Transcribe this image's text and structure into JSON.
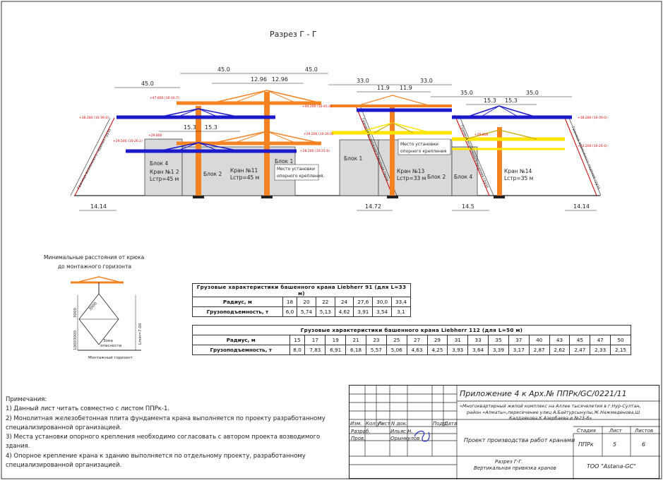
{
  "drawing": {
    "section_title": "Разрез Г - Г",
    "dims": {
      "d45a": "45.0",
      "d45b": "45.0",
      "d45c": "45.0",
      "d12a": "12.96",
      "d12b": "12.96",
      "d153a": "15.3",
      "d153b": "15.3",
      "d33a": "33.0",
      "d33b": "33.0",
      "d119a": "11.9",
      "d119b": "11.9",
      "d35a": "35.0",
      "d35b": "35.0",
      "d153c": "15.3",
      "d153d": "15.3",
      "g1": "14.14",
      "g2": "14.72",
      "g3": "14.5",
      "g4": "14.14"
    },
    "elev": {
      "e1": "+47.800 (10-16.7)",
      "e2": "+38.280 (10-39.0)",
      "e3": "+29.500 (10-26.1)",
      "e4": "+29.800",
      "e5": "+44.200 (10-45.0)",
      "e6": "+29.200 (10-20.0)",
      "e7": "+28.200 (10-21.6)",
      "e8": "+29.800",
      "e9": "+38.280 (10-39.0)",
      "e10": "+23.200 (10-24.0)"
    },
    "labels": {
      "blok4a": "Блок 4",
      "blok2a": "Блок 2",
      "blok1a": "Блок 1",
      "blok1b": "Блок 1",
      "blok2b": "Блок 2",
      "blok4b": "Блок 4",
      "kran12": "Кран №1 2",
      "kran12l": "Lстр=45 м",
      "kran11": "Кран №11",
      "kran11l": "Lстр=45 м",
      "kran13": "Кран №13",
      "kran13l": "Lстр=33 м",
      "kran14": "Кран №14",
      "kran14l": "Lстр=35 м",
      "mesto1": "Место установки",
      "mesto1b": "опорного крепления.",
      "mesto2": "Место установки",
      "mesto2b": "опорного крепления",
      "gran": "Граница возможного падения груза"
    },
    "min_title1": "Минимальные расстояния от крюка",
    "min_title2": "до монтажного горизонта",
    "mini": {
      "d3000a": "3000",
      "d3000b": "3000",
      "d1000": "1000",
      "d3000c": "3000",
      "lmin": "Lmin=7.00",
      "zona": "Зона",
      "opasn": "опасности",
      "mont": "Монтажный горизонт"
    }
  },
  "table1": {
    "title": "Грузовые характеристики башенного крана Liebherr 91 (для L=33 м)",
    "row1_label": "Радиус, м",
    "row2_label": "Грузоподъемность, т",
    "radius": [
      "18",
      "20",
      "22",
      "24",
      "27,6",
      "30,0",
      "33,4"
    ],
    "capacity": [
      "6,0",
      "5,74",
      "5,13",
      "4,62",
      "3,91",
      "3,54",
      "3,1"
    ]
  },
  "table2": {
    "title": "Грузовые характеристики башенного крана Liebherr 112 (для L=50 м)",
    "row1_label": "Радиус, м",
    "row2_label": "Грузоподъемность, т",
    "radius": [
      "15",
      "17",
      "19",
      "21",
      "23",
      "25",
      "27",
      "29",
      "31",
      "33",
      "35",
      "37",
      "40",
      "43",
      "45",
      "47",
      "50"
    ],
    "capacity": [
      "8,0",
      "7,83",
      "6,91",
      "6,18",
      "5,57",
      "5,06",
      "4,63",
      "4,25",
      "3,93",
      "3,64",
      "3,39",
      "3,17",
      "2,87",
      "2,62",
      "2,47",
      "2,33",
      "2,15"
    ]
  },
  "notes": {
    "header": "Примечания:",
    "n1": "1) Данный лист читать совместно с листом ППРк-1.",
    "n2a": "2) Монолитная железобетонная плита фундамента крана выполняется по проекту разработанному",
    "n2b": "специализированной организацией.",
    "n3": "3) Места установки опорного крепления необходимо согласовать с автором проекта возводимого здания.",
    "n4a": "4) Опорное крепление крана к зданию выполняется по отдельному проекту, разработанному",
    "n4b": "специализированной   организацией."
  },
  "title_block": {
    "appendix": "Приложение 4 к   Арх.№ ППРк/GC/0221/11",
    "project1": "«Многоквартирный жилой комплекс на Аллее тысячелетия в г.Нур-Султан,",
    "project2": "район «Алматы»,пересечение улиц А.Байтурсынулы,Ж.Нажмеденова,Ш",
    "project3": "Калдаякова,К Азербаева и №23-8»",
    "h_izm": "Изм.",
    "h_kol": "Кол.уч",
    "h_list": "Лист",
    "h_ndok": "N док.",
    "h_podp": "Подп.",
    "h_data": "Дата",
    "razrab": "Разраб.",
    "razrab_name": "Ильяс Н.",
    "prov": "Пров.",
    "prov_name": "Орынкулов",
    "work": "Проект производства работ кранами",
    "stadia_h": "Стадия",
    "list_h": "Лист",
    "listov_h": "Листов",
    "stadia": "ППРк",
    "list": "5",
    "listov": "6",
    "sheet1": "Разрез Г-Г.",
    "sheet2": "Вертикальная привязка кранов",
    "org": "ТОО \"Astana-GC\""
  }
}
